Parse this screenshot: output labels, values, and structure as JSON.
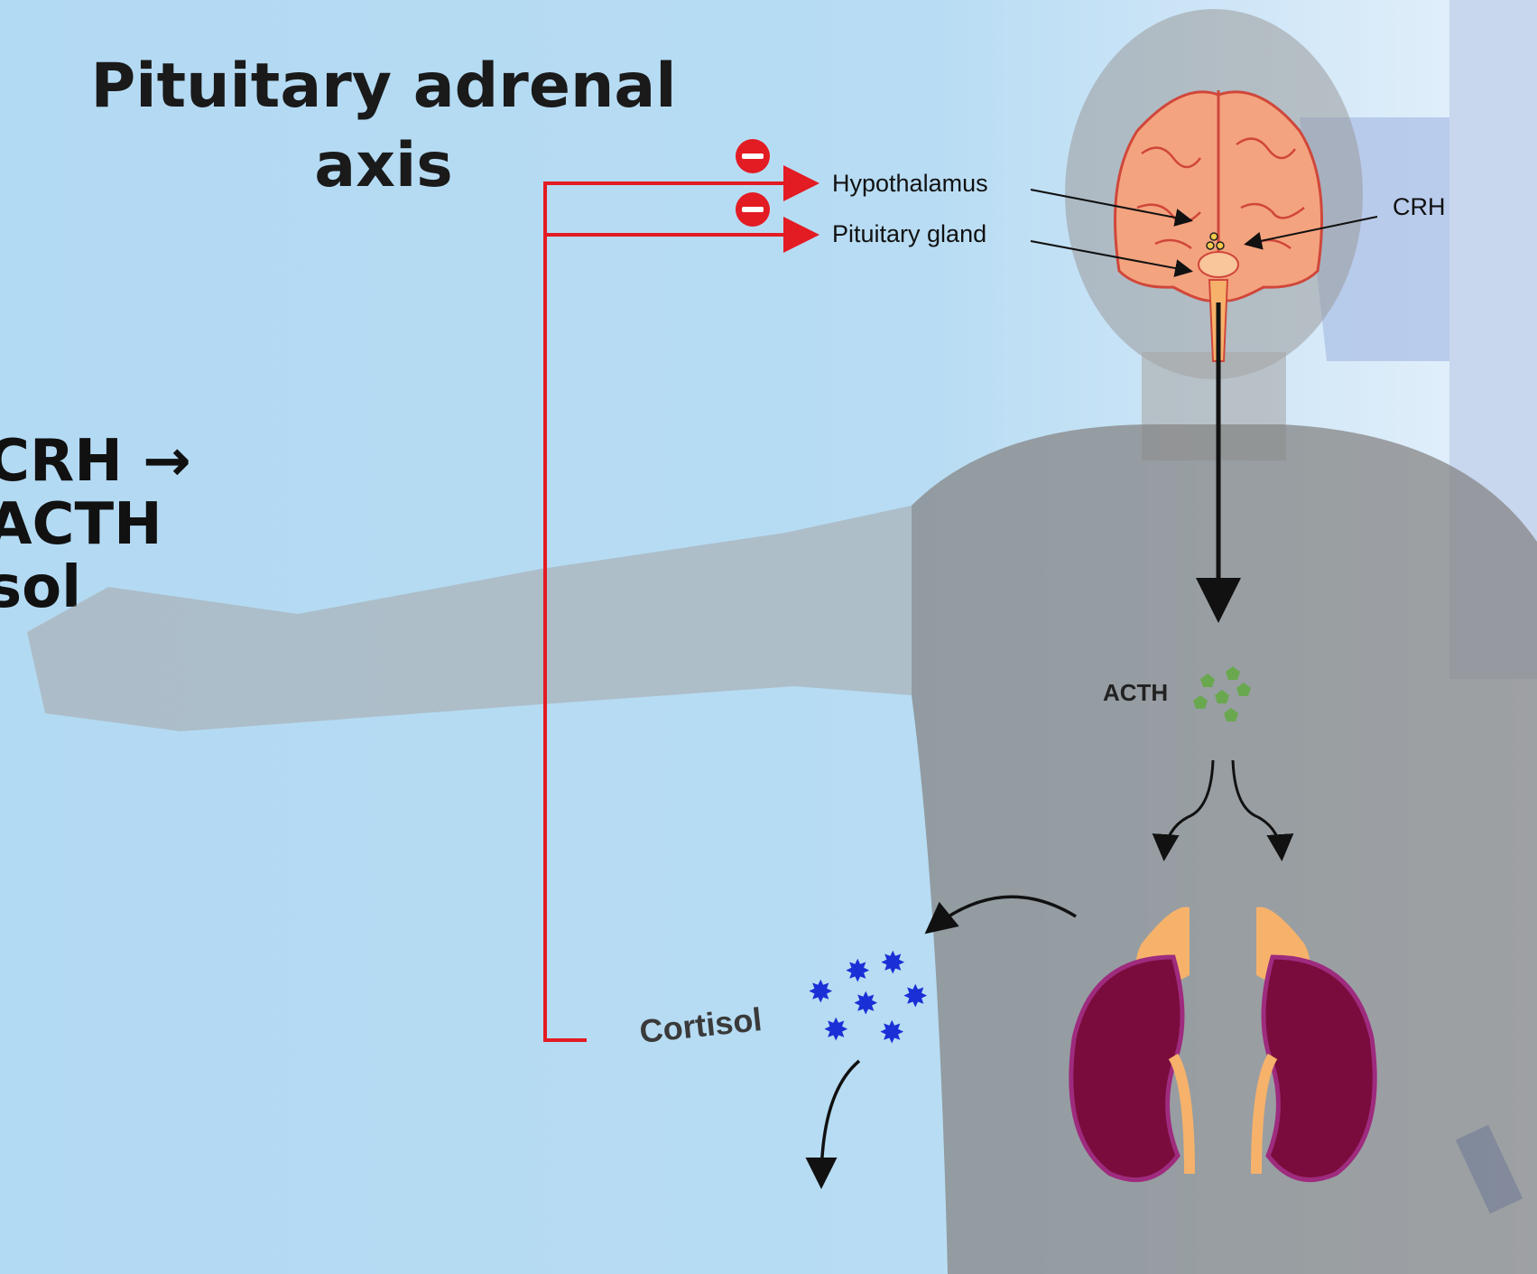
{
  "title": "Pituitary adrenal axis",
  "side_text": "CRH →\nACTH\nsol",
  "labels": {
    "hypothalamus": "Hypothalamus",
    "pituitary": "Pituitary gland",
    "crh": "CRH",
    "acth": "ACTH",
    "cortisol": "Cortisol"
  },
  "colors": {
    "feedback": "#e31b23",
    "cortisol": "#1a2fd6",
    "acth": "#6aa84f",
    "brain": "#f4a37f",
    "kidney": "#7a0c3d",
    "adrenal": "#f6b26b"
  },
  "icons": [
    "minus-circle-icon",
    "minus-circle-icon",
    "brain-icon",
    "kidney-icon",
    "kidney-icon",
    "star-icon"
  ]
}
